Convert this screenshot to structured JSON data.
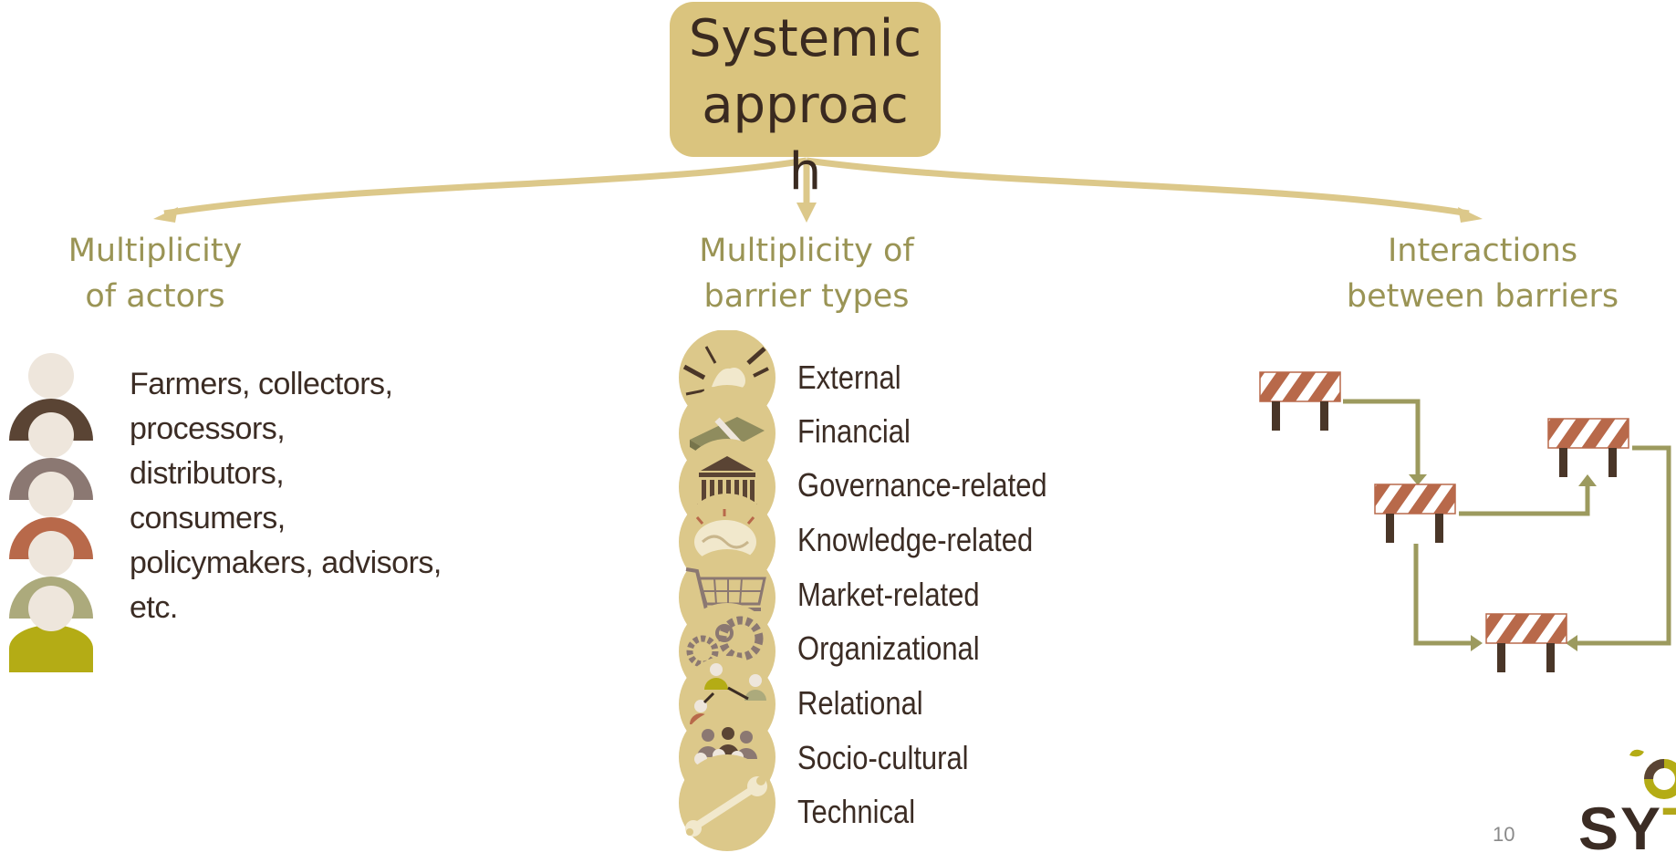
{
  "title": {
    "line1": "Systemic",
    "line2": "approac",
    "line3": "h"
  },
  "columns": {
    "actors": {
      "line1": "Multiplicity",
      "line2": "of actors"
    },
    "barrier_types": {
      "line1": "Multiplicity of",
      "line2": "barrier types"
    },
    "interactions": {
      "line1": "Interactions",
      "line2": "between barriers"
    }
  },
  "actors_text": [
    "Farmers, collectors,",
    "processors,",
    "distributors,",
    "consumers,",
    "policymakers, advisors,",
    "etc."
  ],
  "barrier_types": [
    {
      "label": "External",
      "icon": "arrows-pressure-icon"
    },
    {
      "label": "Financial",
      "icon": "money-icon"
    },
    {
      "label": "Governance-related",
      "icon": "government-building-icon"
    },
    {
      "label": "Knowledge-related",
      "icon": "brain-icon"
    },
    {
      "label": "Market-related",
      "icon": "shopping-cart-icon"
    },
    {
      "label": "Organizational",
      "icon": "gears-icon"
    },
    {
      "label": "Relational",
      "icon": "network-people-icon"
    },
    {
      "label": "Socio-cultural",
      "icon": "crowd-icon"
    },
    {
      "label": "Technical",
      "icon": "wrench-icon"
    }
  ],
  "actor_colors": [
    "#5a4434",
    "#8b7872",
    "#b8694a",
    "#acaa7c",
    "#b4ac15"
  ],
  "colors": {
    "title_box": "#dac47e",
    "accent_arrow": "#dcc88a",
    "heading": "#9a9455",
    "body_text": "#3b2c24",
    "icon_circle": "#dcc88a",
    "barrier_stripe": "#b8694a",
    "barrier_leg": "#4a3628",
    "connector": "#9c9a5e"
  },
  "page_number": "10",
  "logo": {
    "part1": "SY",
    "part2": "T"
  }
}
